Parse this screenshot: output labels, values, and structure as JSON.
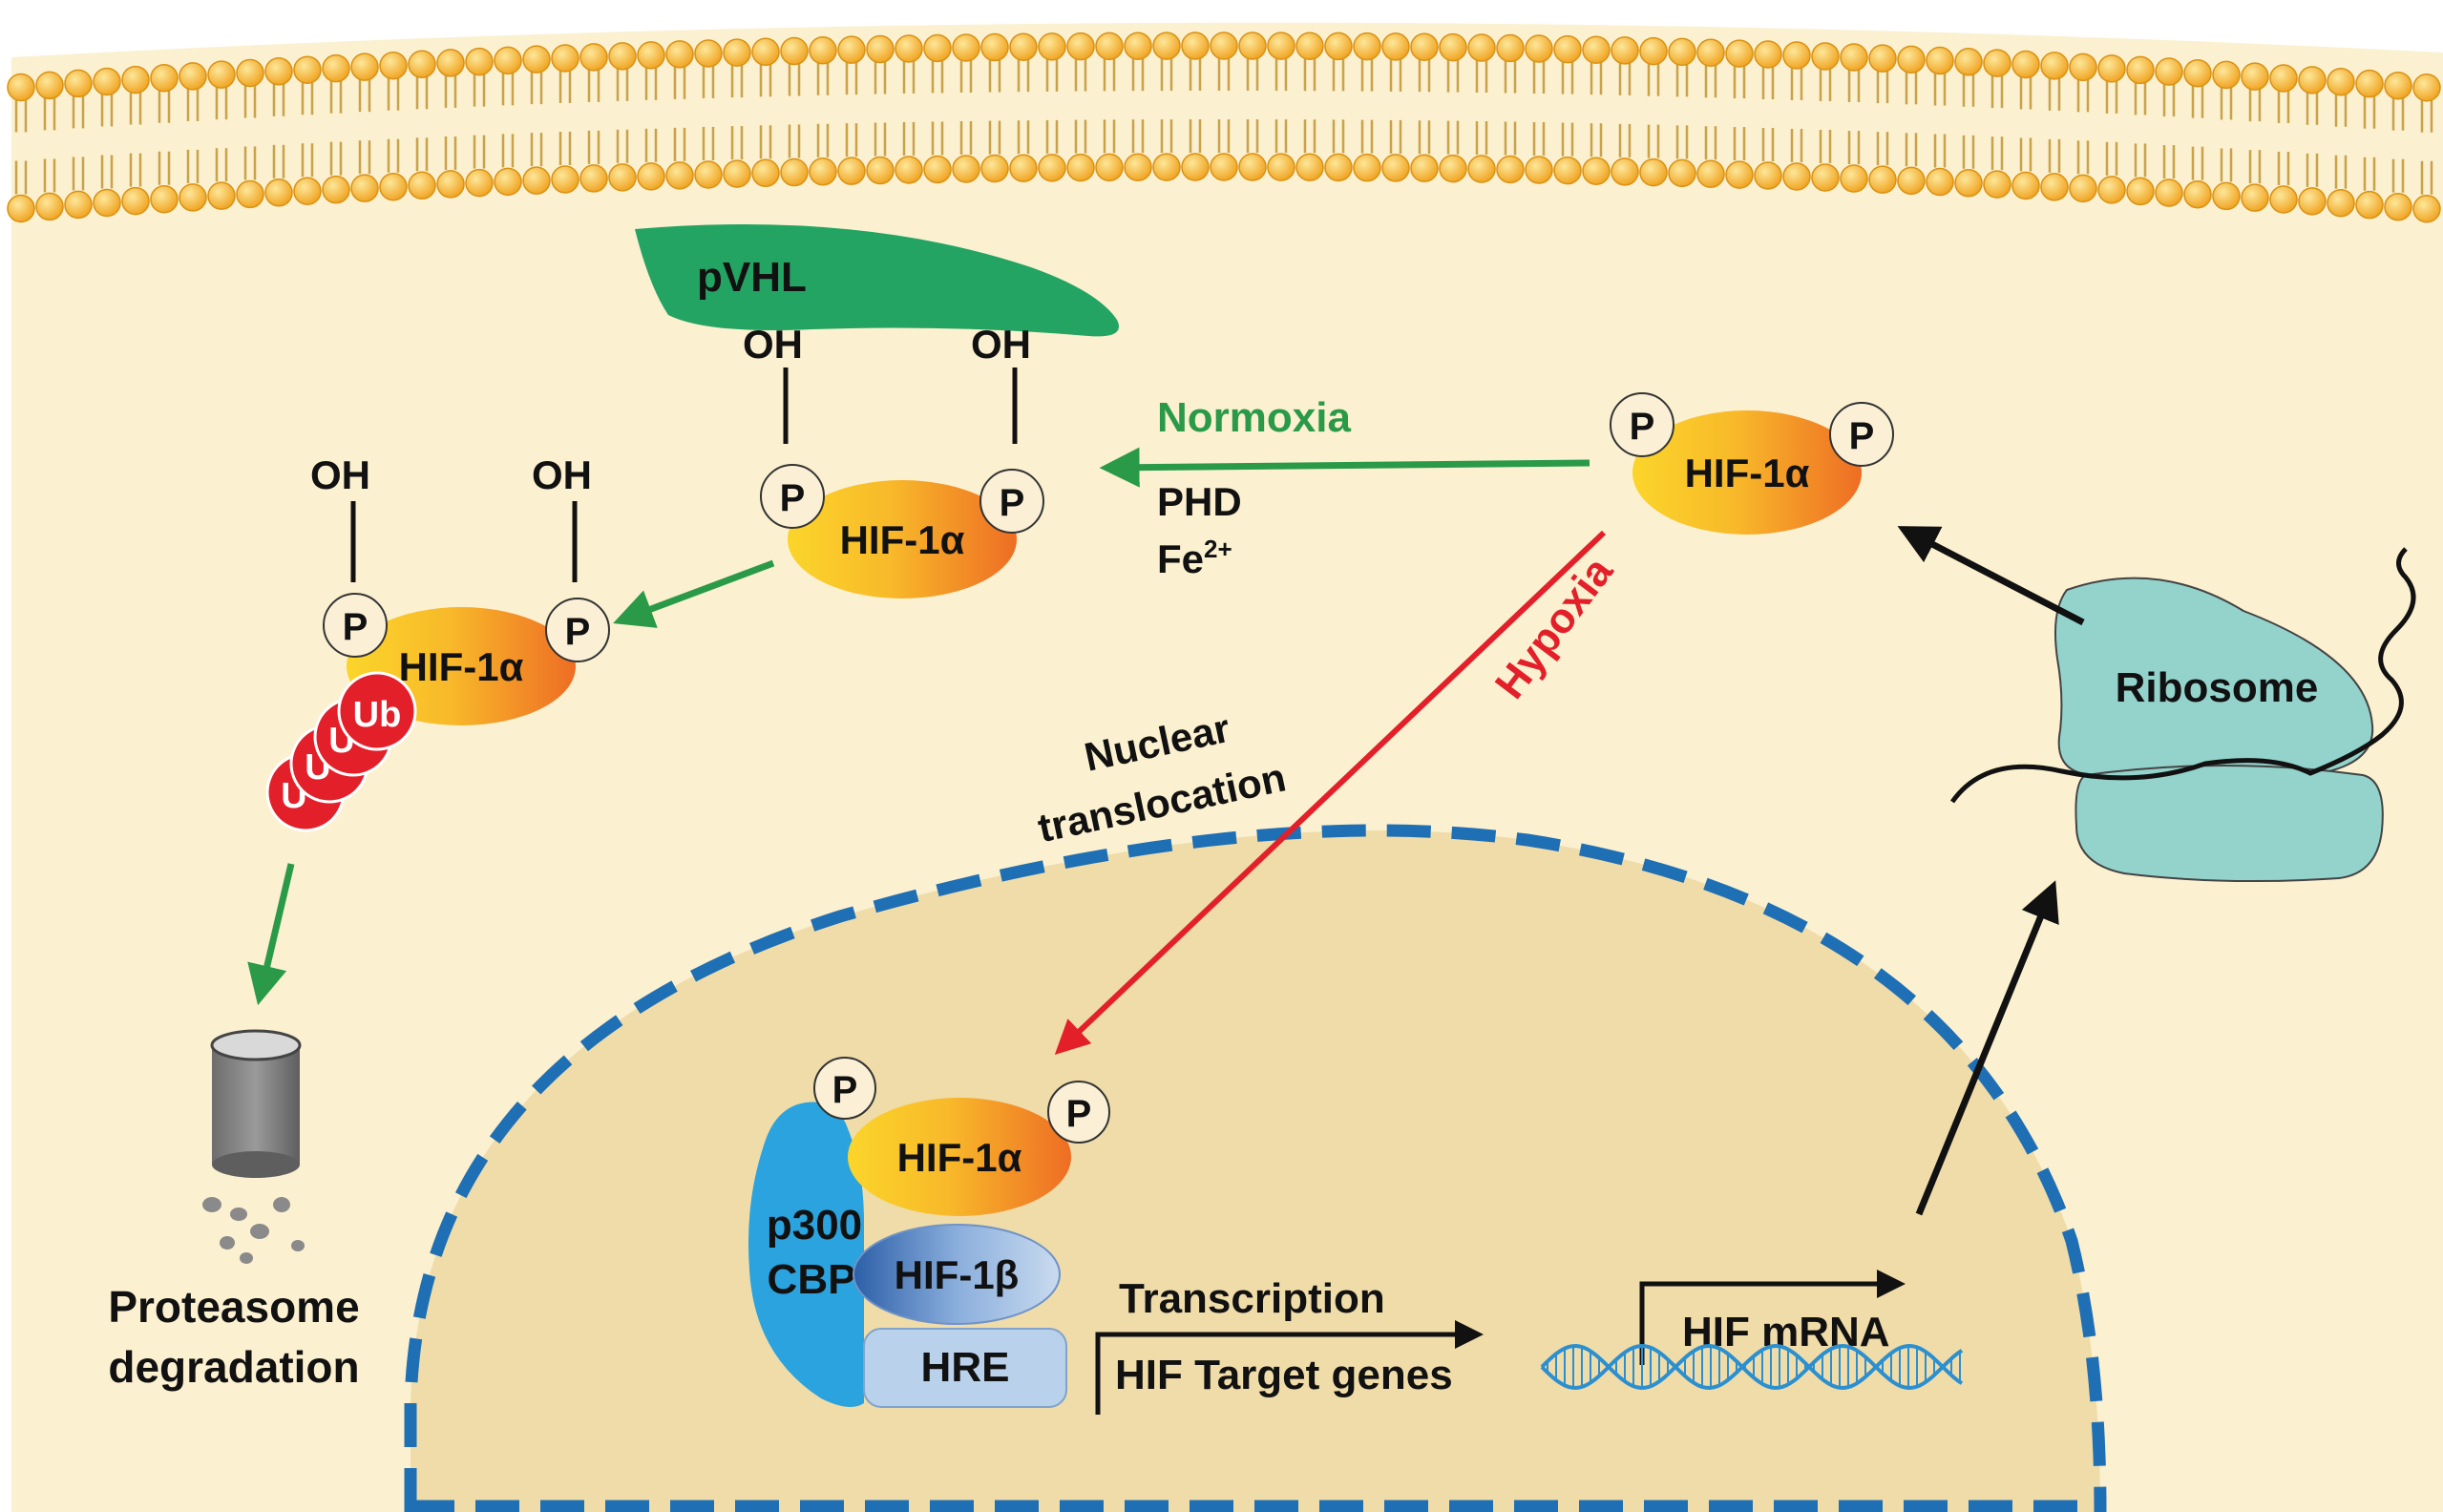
{
  "labels": {
    "pvhl": "pVHL",
    "oh": "OH",
    "p": "P",
    "hif1a": "HIF-1α",
    "hif1b": "HIF-1β",
    "normoxia": "Normoxia",
    "phd": "PHD",
    "fe": "Fe",
    "fe_sup": "2+",
    "hypoxia": "Hypoxia",
    "ribosome": "Ribosome",
    "ub": "Ub",
    "ub_partial": "U",
    "nuclear": "Nuclear",
    "translocation": "translocation",
    "proteasome": "Proteasome",
    "degradation": "degradation",
    "p300": "p300",
    "cbp": "CBP",
    "hre": "HRE",
    "transcription": "Transcription",
    "target_genes": "HIF Target genes",
    "mrna": "HIF mRNA"
  },
  "colors": {
    "background": "#ffffff",
    "cytoplasm": "#fbf0d0",
    "nucleus": "#efdca9",
    "nuclear_envelope": "#1f6fb5",
    "lipid_head": "#f6b52c",
    "lipid_tail": "#c9a24a",
    "pvhl": "#23a463",
    "hif_light": "#fbd52a",
    "hif_dark": "#ee6d24",
    "p_circle": "#fbf0d6",
    "ubiquitin": "#e3202a",
    "ribosome": "#93d3cc",
    "normoxia_arrow": "#2a9a48",
    "hypoxia_arrow": "#e3202a",
    "p300": "#2aa3df",
    "hif1b": "#8aaedc",
    "hre": "#b9d1ea",
    "dna": "#2b8fd0"
  }
}
